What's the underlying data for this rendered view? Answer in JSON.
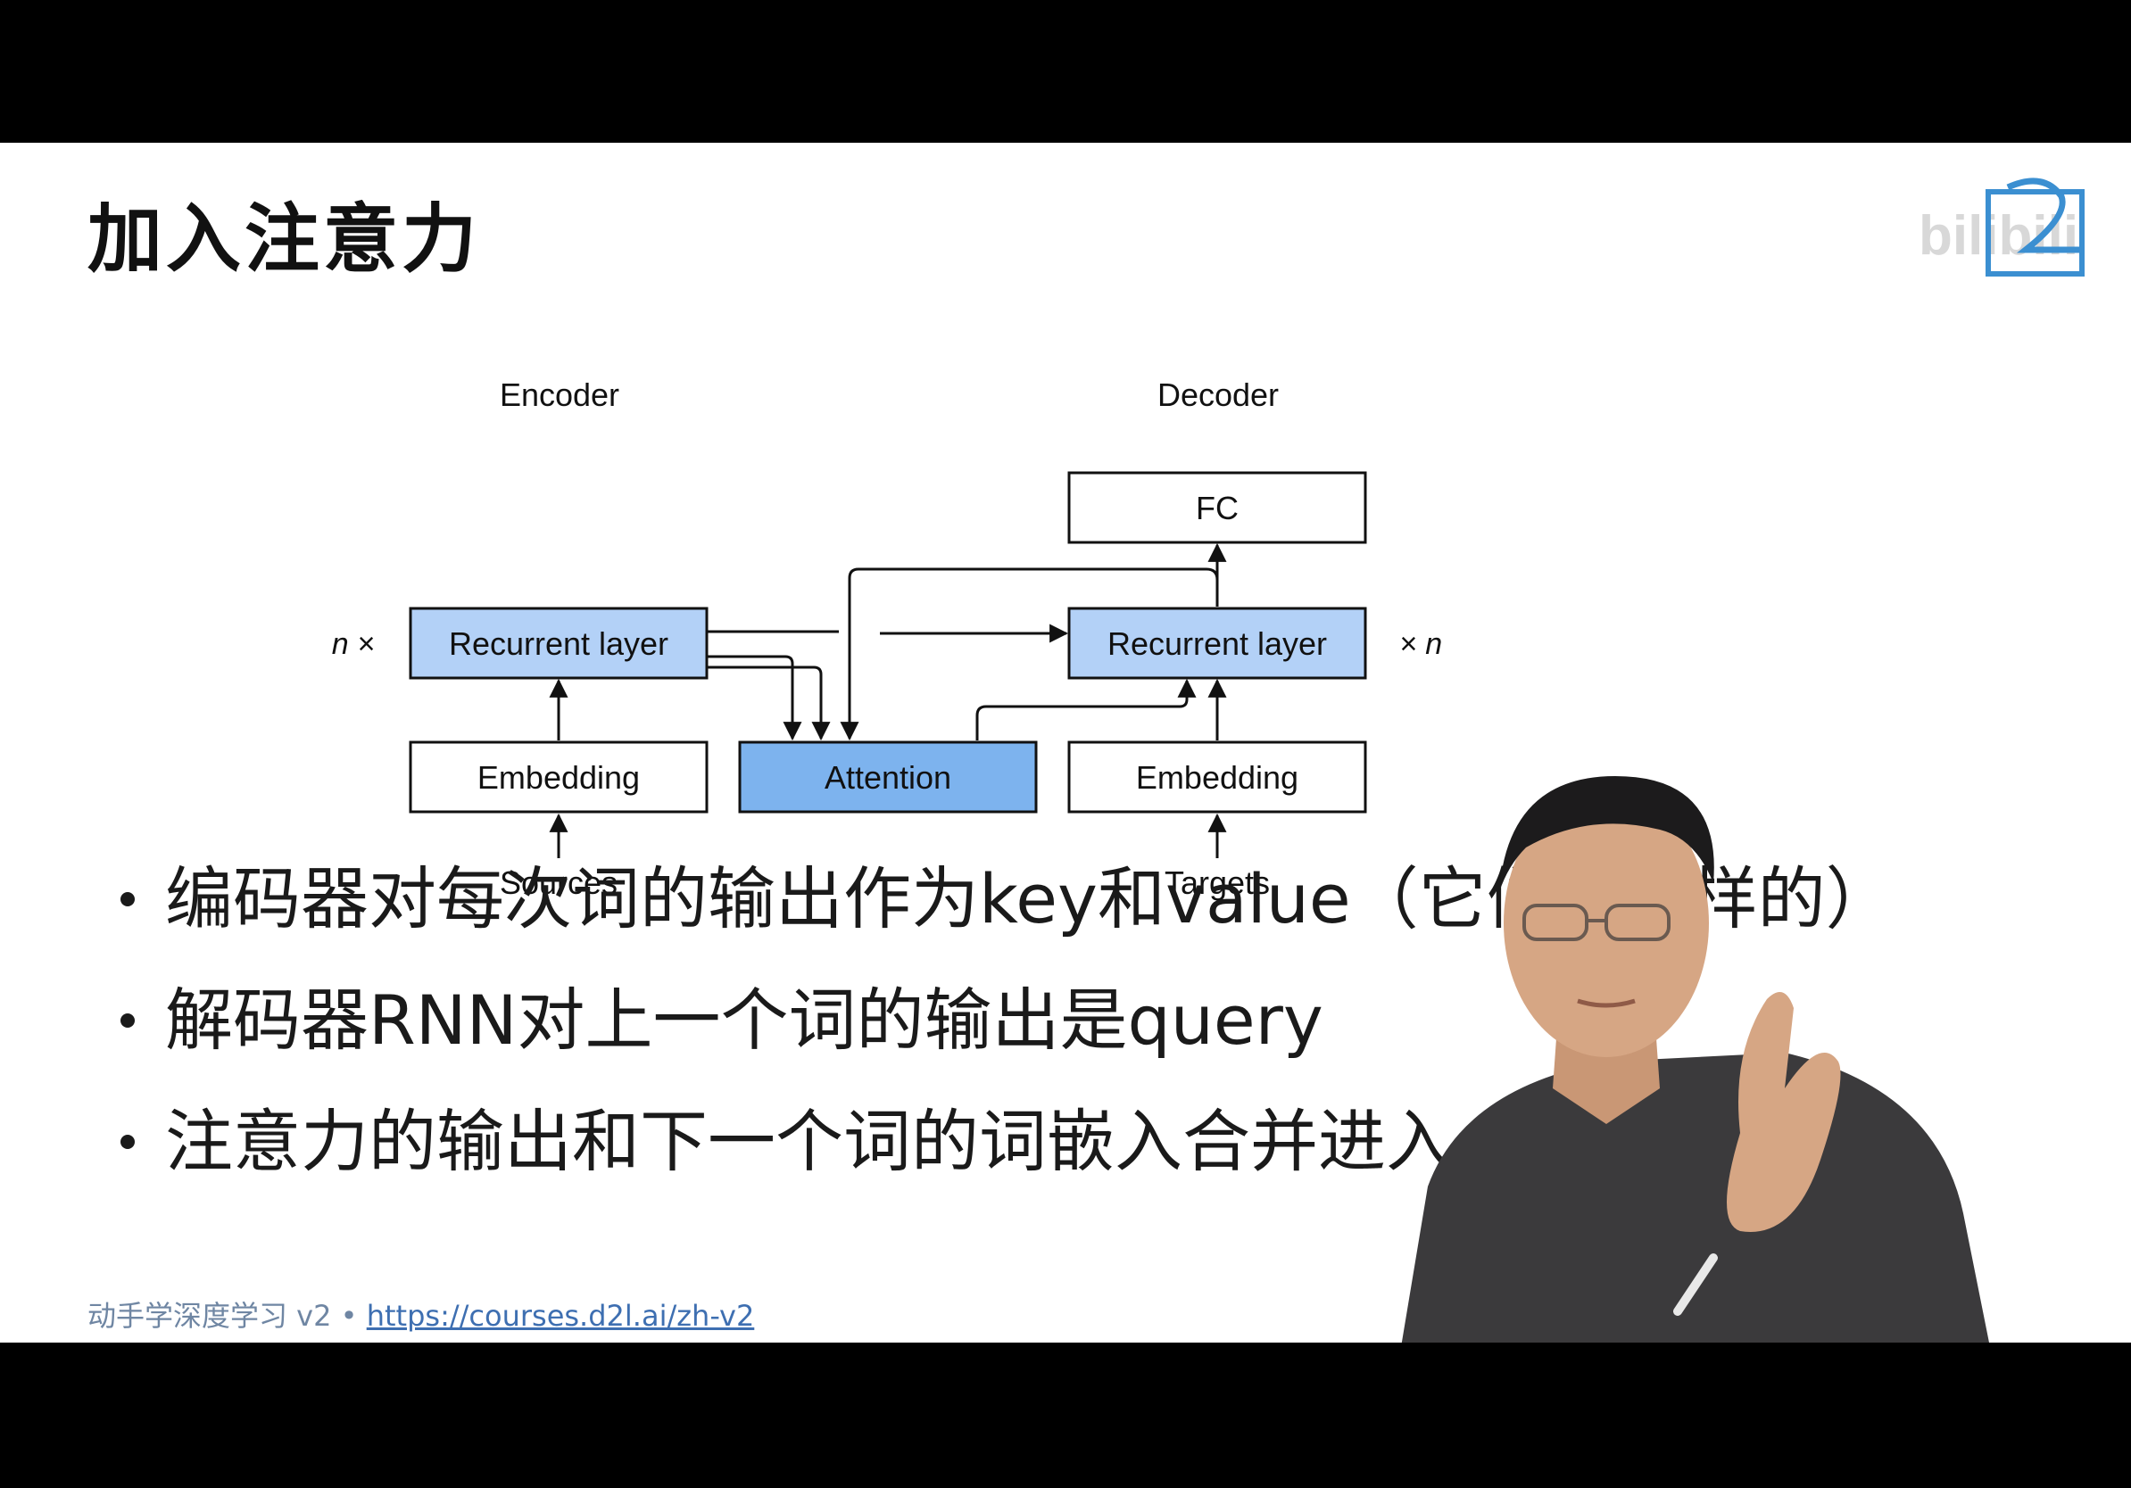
{
  "slide": {
    "title": "加入注意力"
  },
  "diagram": {
    "encoder_label": "Encoder",
    "decoder_label": "Decoder",
    "fc": "FC",
    "enc_recurrent": "Recurrent layer",
    "dec_recurrent": "Recurrent layer",
    "enc_embedding": "Embedding",
    "dec_embedding": "Embedding",
    "attention": "Attention",
    "sources": "Sources",
    "targets": "Targets",
    "left_multiplier": "n ×",
    "right_multiplier": "× n",
    "colors": {
      "recurrent_fill": "#b3d1f7",
      "attention_fill": "#7db3ee",
      "stroke": "#111111"
    }
  },
  "bullets": [
    "编码器对每次词的输出作为key和value（它们是一样的）",
    "解码器RNN对上一个词的输出是query",
    "注意力的输出和下一个词的词嵌入合并进入"
  ],
  "footer": {
    "text": "动手学深度学习 v2 • ",
    "link": "https://courses.d2l.ai/zh-v2"
  },
  "logo": {
    "icon": "d2l-logo-icon",
    "watermark": "bilibili"
  }
}
